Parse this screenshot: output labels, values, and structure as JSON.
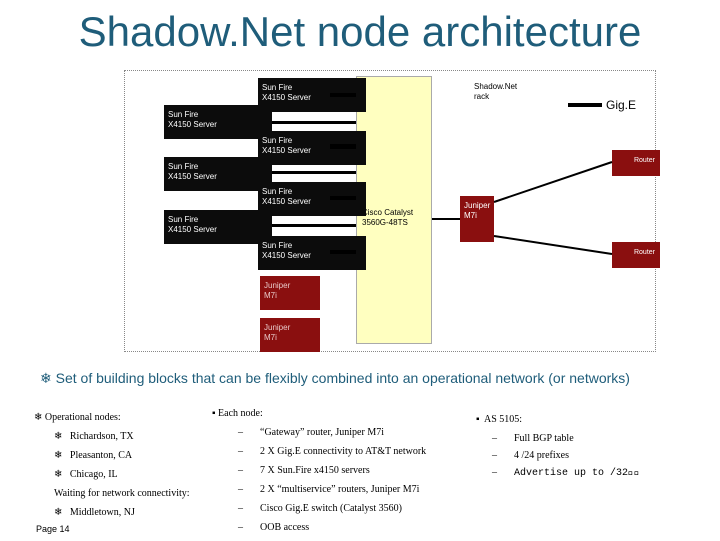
{
  "title": "Shadow.Net node architecture",
  "diagram": {
    "rack_label": "Shadow.Net\nrack",
    "legend_label": "Gig.E",
    "servers": [
      "Sun Fire\nX4150 Server",
      "Sun Fire\nX4150 Server",
      "Sun Fire\nX4150 Server",
      "Sun Fire\nX4150 Server",
      "Sun Fire\nX4150 Server",
      "Sun Fire\nX4150 Server",
      "Sun Fire\nX4150 Server"
    ],
    "switch_label": "Cisco Catalyst\n3560G-48TS",
    "juniper_center": "Juniper\nM7i",
    "juniper_bottom": [
      "Juniper\nM7i",
      "Juniper\nM7i"
    ],
    "routers": [
      "Router",
      "Router"
    ]
  },
  "summary": "Set of building blocks that can be flexibly combined into an operational network (or networks)",
  "operational": {
    "header": "Operational nodes:",
    "items": [
      "Richardson, TX",
      "Pleasanton, CA",
      "Chicago, IL"
    ],
    "waiting": "Waiting for network connectivity:",
    "waiting_items": [
      "Middletown, NJ"
    ]
  },
  "each_node": {
    "header": "Each node:",
    "items": [
      "“Gateway” router, Juniper M7i",
      "2 X Gig.E connectivity to AT&T network",
      "7 X Sun.Fire x4150 servers",
      "2 X “multiservice” routers, Juniper M7i",
      "Cisco Gig.E switch (Catalyst 3560)",
      "OOB access"
    ]
  },
  "as_info": {
    "header": "AS 5105:",
    "items": [
      "Full BGP table",
      "4 /24 prefixes",
      "Advertise up to /32\u0000\u0000"
    ]
  },
  "page": "Page 14"
}
